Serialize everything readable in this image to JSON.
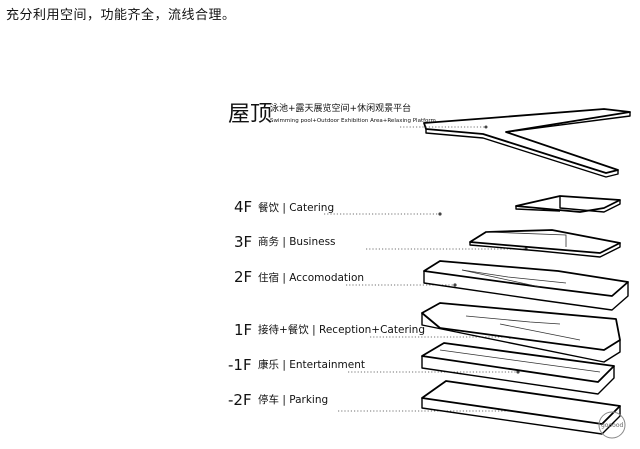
{
  "caption": "充分利用空间，功能齐全，流线合理。",
  "roof": {
    "title": "屋顶",
    "cn": "泳池+露天展览空间+休闲观景平台",
    "en": "Swimming pool+Outdoor Exhibition Area+Relaxing Platform"
  },
  "floors": [
    {
      "code": "4F",
      "name": "餐饮 | Catering"
    },
    {
      "code": "3F",
      "name": "商务 | Business"
    },
    {
      "code": "2F",
      "name": "住宿 | Accomodation"
    },
    {
      "code": "1F",
      "name": "接待+餐饮 | Reception+Catering"
    },
    {
      "code": "-1F",
      "name": "康乐 | Entertainment"
    },
    {
      "code": "-2F",
      "name": "停车 | Parking"
    }
  ],
  "watermark": "gooood"
}
